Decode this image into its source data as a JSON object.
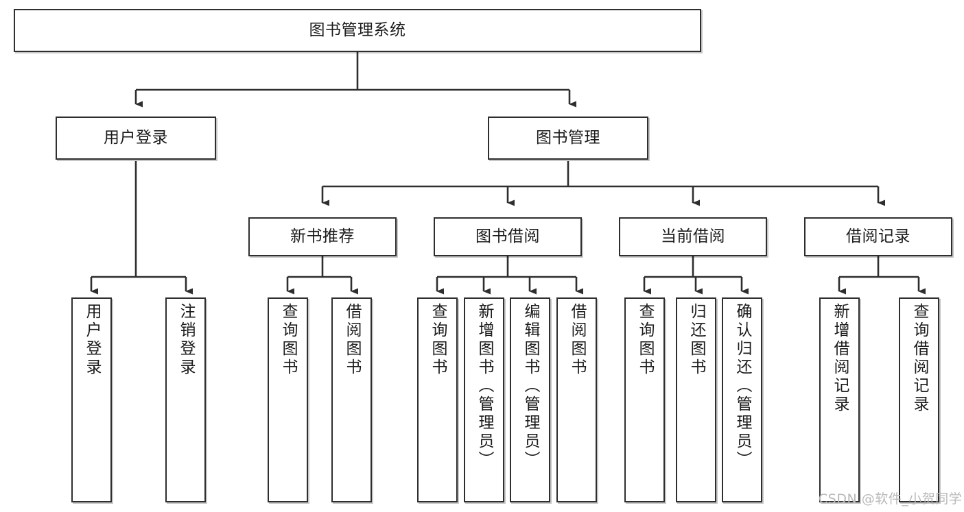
{
  "diagram": {
    "title": "图书管理系统",
    "type": "tree",
    "root": {
      "id": "root",
      "label": "图书管理系统",
      "orientation": "horizontal"
    },
    "level2": [
      {
        "id": "user-login",
        "label": "用户登录",
        "orientation": "horizontal"
      },
      {
        "id": "book-management",
        "label": "图书管理",
        "orientation": "horizontal"
      }
    ],
    "level3": [
      {
        "id": "new-book-recommend",
        "label": "新书推荐",
        "orientation": "horizontal",
        "parent": "book-management"
      },
      {
        "id": "book-borrow",
        "label": "图书借阅",
        "orientation": "horizontal",
        "parent": "book-management"
      },
      {
        "id": "current-borrow",
        "label": "当前借阅",
        "orientation": "horizontal",
        "parent": "book-management"
      },
      {
        "id": "borrow-record",
        "label": "借阅记录",
        "orientation": "horizontal",
        "parent": "book-management"
      }
    ],
    "leaves": [
      {
        "id": "leaf-user-login",
        "label": "用户登录",
        "parent": "user-login"
      },
      {
        "id": "leaf-logout-login",
        "label": "注销登录",
        "parent": "user-login"
      },
      {
        "id": "leaf-query-book-1",
        "label": "查询图书",
        "parent": "new-book-recommend"
      },
      {
        "id": "leaf-borrow-book-1",
        "label": "借阅图书",
        "parent": "new-book-recommend"
      },
      {
        "id": "leaf-query-book-2",
        "label": "查询图书",
        "parent": "book-borrow"
      },
      {
        "id": "leaf-add-book",
        "label": "新增图书（管理员）",
        "parent": "book-borrow"
      },
      {
        "id": "leaf-edit-book",
        "label": "编辑图书（管理员）",
        "parent": "book-borrow"
      },
      {
        "id": "leaf-borrow-book-2",
        "label": "借阅图书",
        "parent": "book-borrow"
      },
      {
        "id": "leaf-query-book-3",
        "label": "查询图书",
        "parent": "current-borrow"
      },
      {
        "id": "leaf-return-book",
        "label": "归还图书",
        "parent": "current-borrow"
      },
      {
        "id": "leaf-confirm-return",
        "label": "确认归还（管理员）",
        "parent": "current-borrow"
      },
      {
        "id": "leaf-add-record",
        "label": "新增借阅记录",
        "parent": "borrow-record"
      },
      {
        "id": "leaf-query-record",
        "label": "查询借阅记录",
        "parent": "borrow-record"
      }
    ],
    "watermark": "CSDN @软件_小贺同学",
    "colors": {
      "border": "#2e2e2e",
      "background": "#ffffff",
      "text": "#1b1b1b",
      "watermark": "#b9b9b9"
    }
  }
}
